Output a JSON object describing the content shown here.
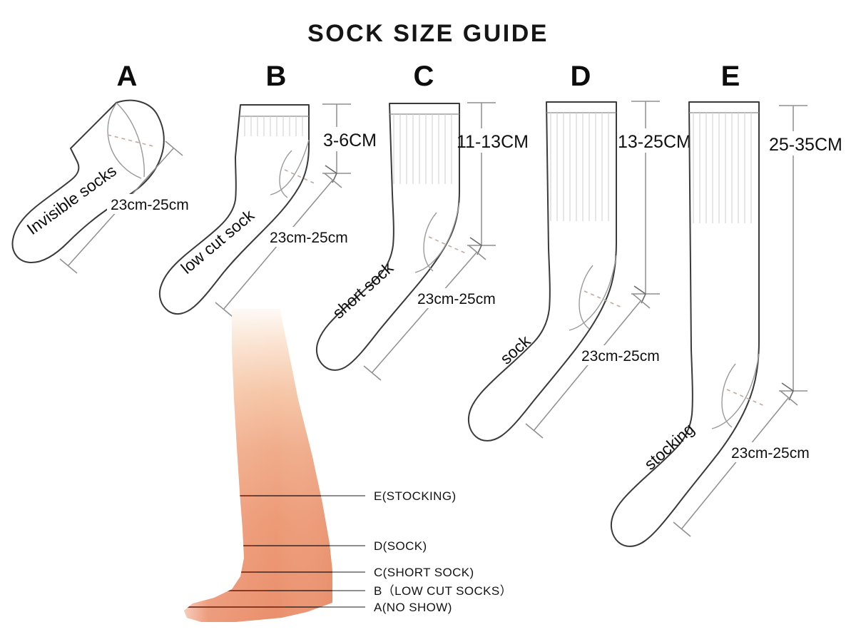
{
  "title": "SOCK SIZE GUIDE",
  "socks": [
    {
      "letter": "A",
      "name": "Invisible socks",
      "length": "23cm-25cm",
      "height": "",
      "leg_label": "A(NO SHOW)"
    },
    {
      "letter": "B",
      "name": "low cut sock",
      "length": "23cm-25cm",
      "height": "3-6CM",
      "leg_label": "B（LOW CUT SOCKS）"
    },
    {
      "letter": "C",
      "name": "short sock",
      "length": "23cm-25cm",
      "height": "11-13CM",
      "leg_label": "C(SHORT SOCK)"
    },
    {
      "letter": "D",
      "name": "sock",
      "length": "23cm-25cm",
      "height": "13-25CM",
      "leg_label": "D(SOCK)"
    },
    {
      "letter": "E",
      "name": "stocking",
      "length": "23cm-25cm",
      "height": "25-35CM",
      "leg_label": "E(STOCKING)"
    }
  ],
  "leg_labels": [
    "E(STOCKING)",
    "D(SOCK)",
    "C(SHORT SOCK)",
    "B（LOW CUT SOCKS）",
    "A(NO SHOW)"
  ],
  "colors": {
    "background": "#ffffff",
    "outline": "#3a3a3a",
    "dimension": "#8f8f8f",
    "rib": "#d2d2d2",
    "heel_dash": "#c2a9a0",
    "skin": "#ec9472",
    "skin_light": "#fdf2e8",
    "skin_band": "#8a3a22",
    "text": "#111111"
  },
  "icons": {
    "dimension_arrow": "arrow-icon",
    "leg": "leg-icon"
  }
}
